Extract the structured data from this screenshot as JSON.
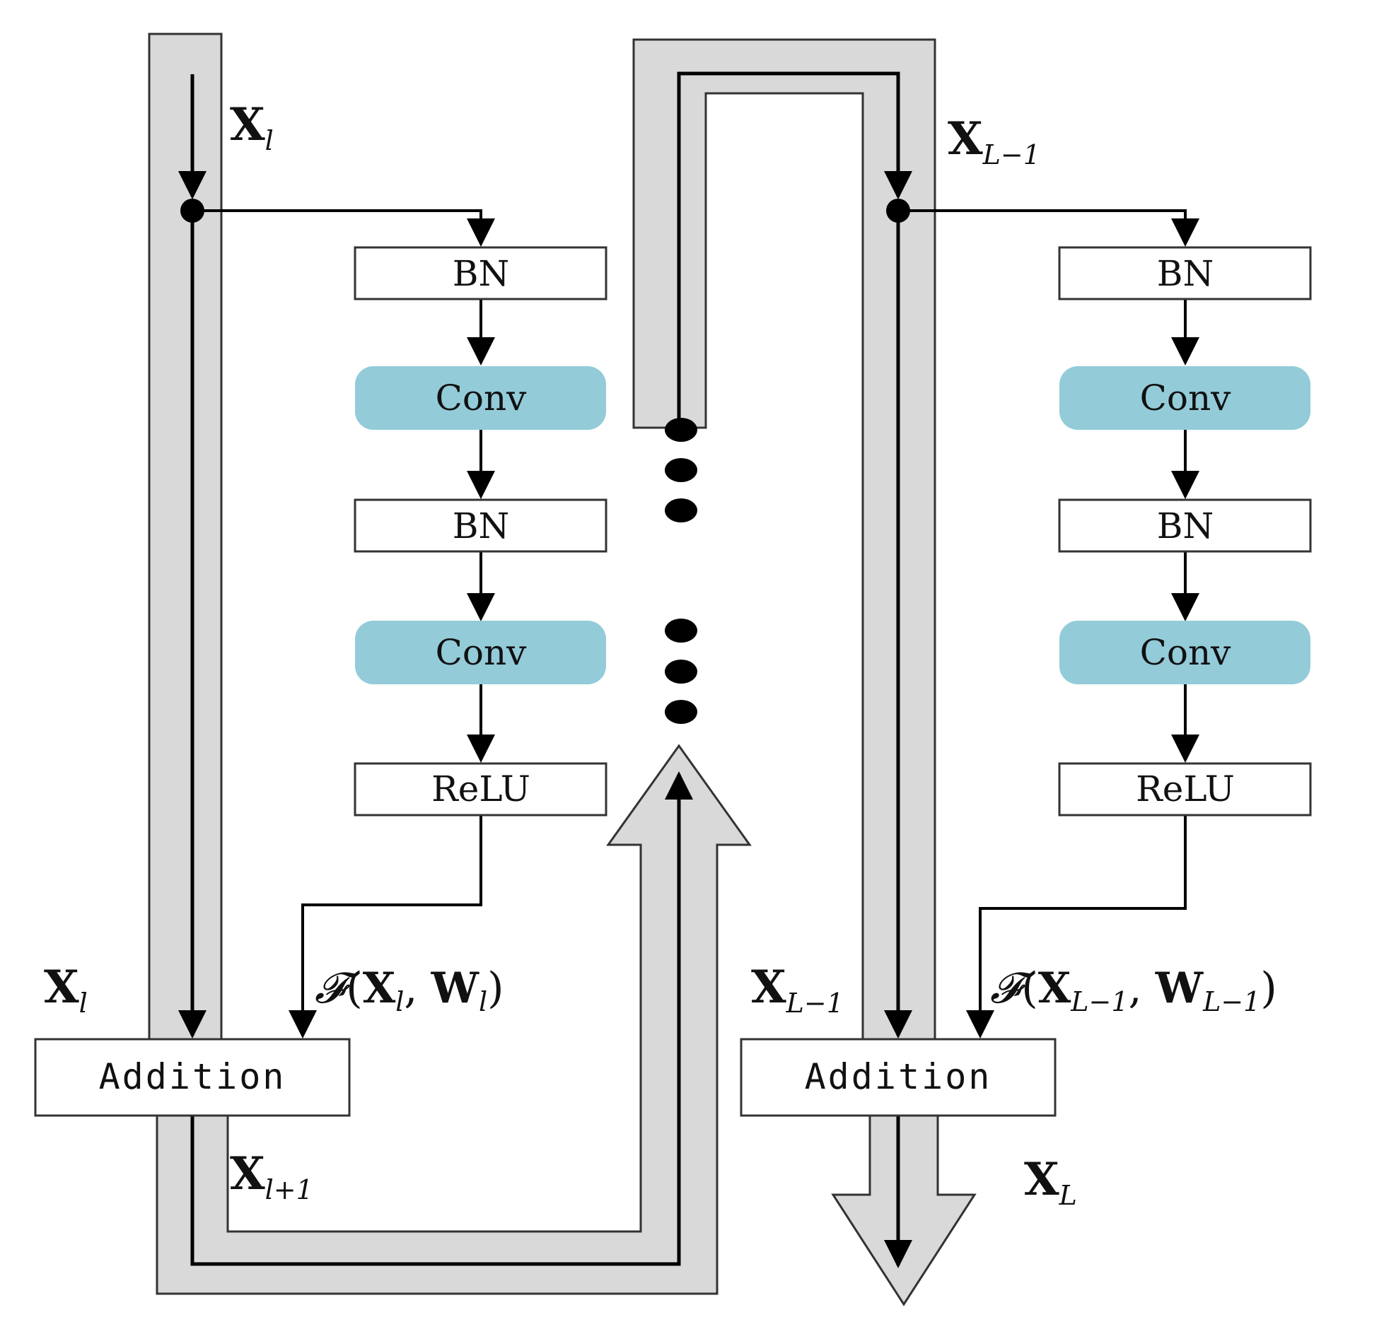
{
  "colors": {
    "band_fill": "#d9d9d9",
    "band_stroke": "#333333",
    "conv_fill": "#93cbd9",
    "line": "#000000"
  },
  "blocks": {
    "left": {
      "layers": [
        "BN",
        "Conv",
        "BN",
        "Conv",
        "ReLU"
      ],
      "addition": "Addition",
      "input_label": {
        "main": "X",
        "sub": "l"
      },
      "skip_label": {
        "main": "X",
        "sub": "l"
      },
      "output_label": {
        "main": "X",
        "sub": "l+1"
      },
      "residual_label": {
        "func": "𝓕",
        "open": "(",
        "x": "X",
        "x_sub": "l",
        "comma": ", ",
        "w": "W",
        "w_sub": "l",
        "close": ")"
      }
    },
    "right": {
      "layers": [
        "BN",
        "Conv",
        "BN",
        "Conv",
        "ReLU"
      ],
      "addition": "Addition",
      "input_label": {
        "main": "X",
        "sub": "L−1"
      },
      "skip_label": {
        "main": "X",
        "sub": "L−1"
      },
      "output_label": {
        "main": "X",
        "sub": "L"
      },
      "residual_label": {
        "func": "𝓕",
        "open": "(",
        "x": "X",
        "x_sub": "L−1",
        "comma": ", ",
        "w": "W",
        "w_sub": "L−1",
        "close": ")"
      }
    }
  }
}
